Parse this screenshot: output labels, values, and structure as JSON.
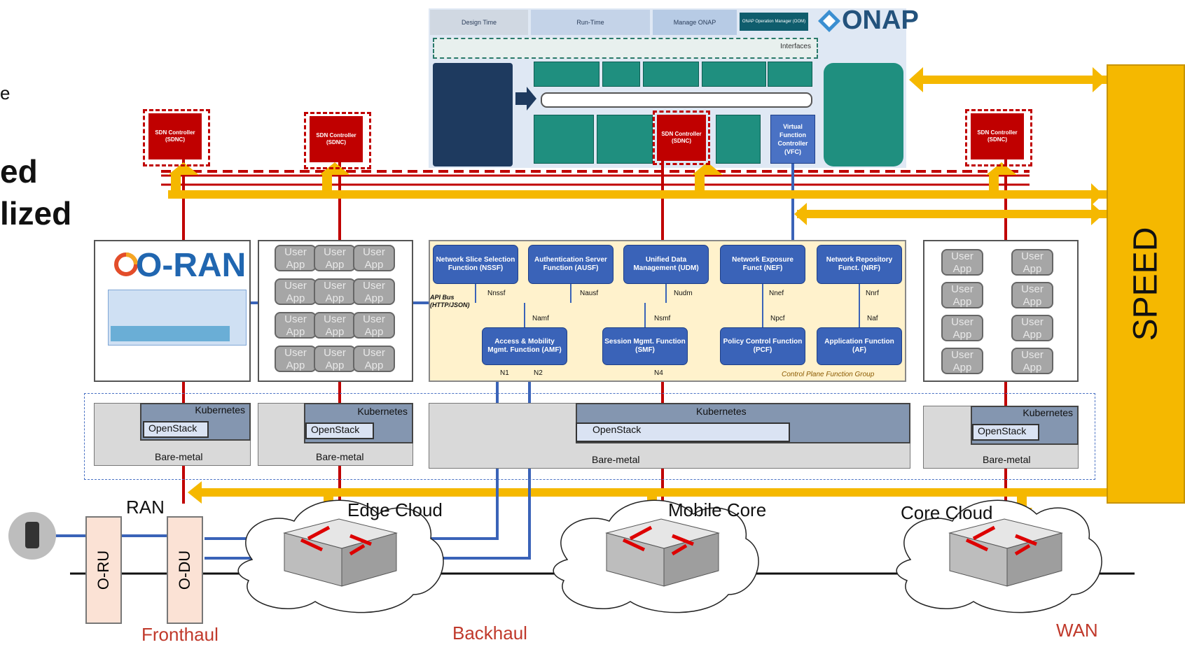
{
  "left_text": {
    "line1": "e",
    "line2": "ed",
    "line3": "lized"
  },
  "speed": {
    "label": "SPEED"
  },
  "onap": {
    "logo": "ONAP",
    "tabs": [
      "Design Time",
      "Run-Time",
      "Manage ONAP",
      "ONAP Operation Manager (OOM)"
    ],
    "interfaces": "Interfaces"
  },
  "sdn": {
    "label": "SDN Controller (SDNC)"
  },
  "vfc": {
    "label": "Virtual Function Controller (VFC)"
  },
  "oran": {
    "logo": "O-RAN"
  },
  "user_app": {
    "label": "User App"
  },
  "nf": {
    "nssf": "Network Slice Selection Function (NSSF)",
    "ausf": "Authentication Server Function (AUSF)",
    "udm": "Unified Data Management (UDM)",
    "nef": "Network Exposure Funct (NEF)",
    "nrf": "Network Repository Funct. (NRF)",
    "amf": "Access & Mobility Mgmt. Function (AMF)",
    "smf": "Session Mgmt. Function (SMF)",
    "pcf": "Policy Control Function (PCF)",
    "af": "Application Function (AF)"
  },
  "iface": {
    "nnssf": "Nnssf",
    "nausf": "Nausf",
    "nudm": "Nudm",
    "nnef": "Nnef",
    "nnrf": "Nnrf",
    "namf": "Namf",
    "nsmf": "Nsmf",
    "npcf": "Npcf",
    "naf": "Naf",
    "api": "API Bus (HTTP/JSON)",
    "n1": "N1",
    "n2": "N2",
    "n4": "N4",
    "group": "Control Plane Function Group"
  },
  "infra": {
    "kubernetes": "Kubernetes",
    "openstack": "OpenStack",
    "baremetal": "Bare-metal"
  },
  "bottom": {
    "ran": "RAN",
    "edge": "Edge Cloud",
    "mobile": "Mobile Core",
    "core": "Core Cloud",
    "oru": "O-RU",
    "odu": "O-DU",
    "fronthaul": "Fronthaul",
    "backhaul": "Backhaul",
    "wan": "WAN"
  }
}
